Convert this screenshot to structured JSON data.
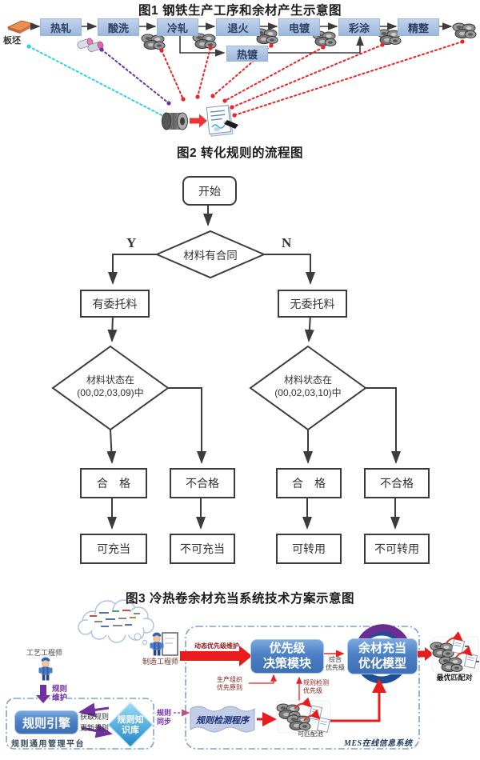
{
  "figure1": {
    "title": "图1 钢铁生产工序和余材产生示意图",
    "slab_label": "板坯",
    "process_steps": [
      "热轧",
      "酸洗",
      "冷轧",
      "退火",
      "电镀",
      "彩涂",
      "精整"
    ],
    "branch_step": "热镀"
  },
  "figure2": {
    "caption": "图2 转化规则的流程图",
    "start": "开始",
    "decision_contract": "材料有合同",
    "label_yes": "Y",
    "label_no": "N",
    "box_has_consigned": "有委托料",
    "box_no_consigned": "无委托料",
    "decision_state_left": "材料状态在\n(00,02,03,09)中",
    "decision_state_right": "材料状态在\n(00,02,03,10)中",
    "qualified_left": "合　格",
    "unqualified_left": "不合格",
    "qualified_right": "合　格",
    "unqualified_right": "不合格",
    "result_can_serve": "可充当",
    "result_cannot_serve": "不可充当",
    "result_can_transfer": "可转用",
    "result_cannot_transfer": "不可转用"
  },
  "figure3": {
    "caption": "图3  冷热卷余材充当系统技术方案示意图",
    "process_engineer": "工艺工程师",
    "manufacturing_engineer": "制造工程师",
    "rule_maintenance": "规则\n维护",
    "rule_engine": "规则引擎",
    "get_rules": "获取规则",
    "update_rules": "更新规则",
    "rule_knowledge_base": "规则知\n识库",
    "rule_platform": "规则通用管理平台",
    "rule_sync": "规则\n同步",
    "dynamic_priority_maintenance": "动态优先级维护",
    "priority_decision_module": "优先级\n决策模块",
    "comprehensive_priority": "综合\n优先级",
    "surplus_optimization_model": "余材充当\n优化模型",
    "production_priority_principle": "生产组织\n优先原则",
    "rule_detection_priority": "规则检测\n优先级",
    "rule_detection_program": "规则检测程序",
    "matchable_pool": "可匹配池",
    "mes_system": "MES在线信息系统",
    "optimal_matching_pairs": "最优匹配对"
  },
  "colors": {
    "process_box_fill": "#aac2e2",
    "flow_line": "#3c3c3c",
    "module_blue": "#4b80c4",
    "arrow_red": "#e81c1c",
    "dotted_red": "#ee2222",
    "dotted_purple": "#7030a0",
    "dotted_cyan": "#2ad0f0",
    "dashed_border": "#7aa4cc",
    "diamond_cyan": "#1b86c8"
  }
}
